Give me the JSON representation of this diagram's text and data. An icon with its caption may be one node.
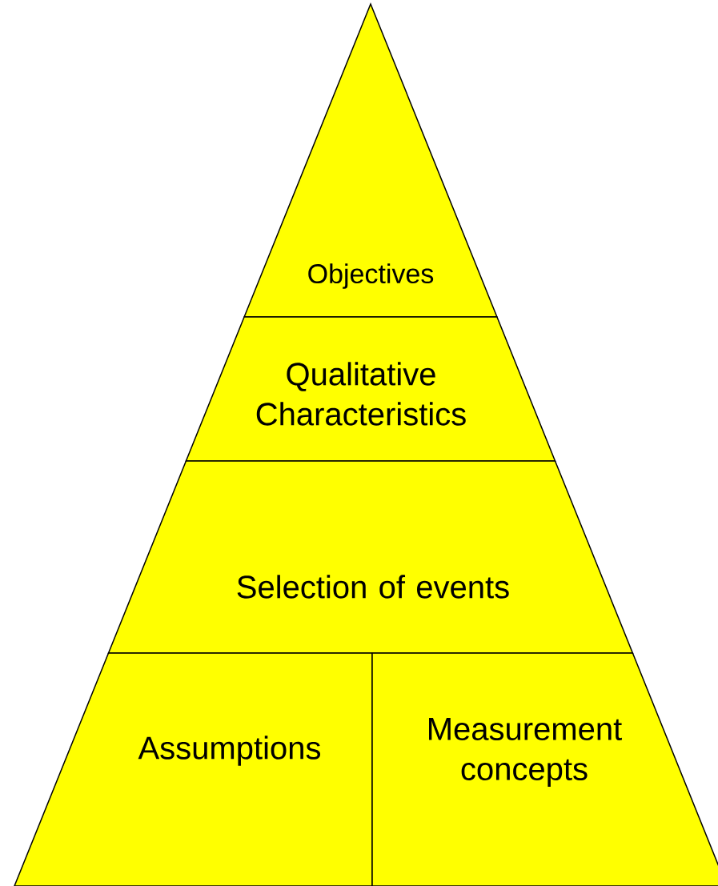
{
  "diagram": {
    "nodes": [
      {
        "text": [
          "Objectives"
        ]
      },
      {
        "text": [
          "Qualitative Characteristics"
        ]
      },
      {
        "text": [
          "Selection of events"
        ]
      },
      {
        "text": [
          "Assumptions"
        ]
      },
      {
        "text": [
          "Measurement concepts"
        ]
      }
    ]
  }
}
